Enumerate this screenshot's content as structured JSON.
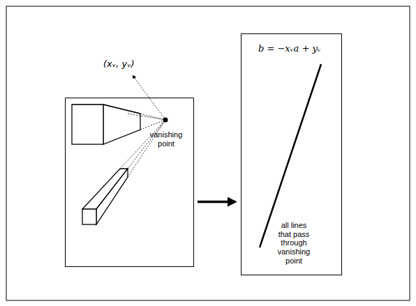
{
  "diagram": {
    "nodes": [
      {
        "text": [
          "vanishing point"
        ]
      },
      {
        "text": [
          "b = −xᵥa + yᵥ",
          "all lines that pass through vanishing point"
        ]
      }
    ],
    "edges": [
      {
        "from": 0,
        "to": 1,
        "arrow": "to"
      }
    ],
    "labels": [
      "(xᵥ, yᵥ)"
    ]
  }
}
